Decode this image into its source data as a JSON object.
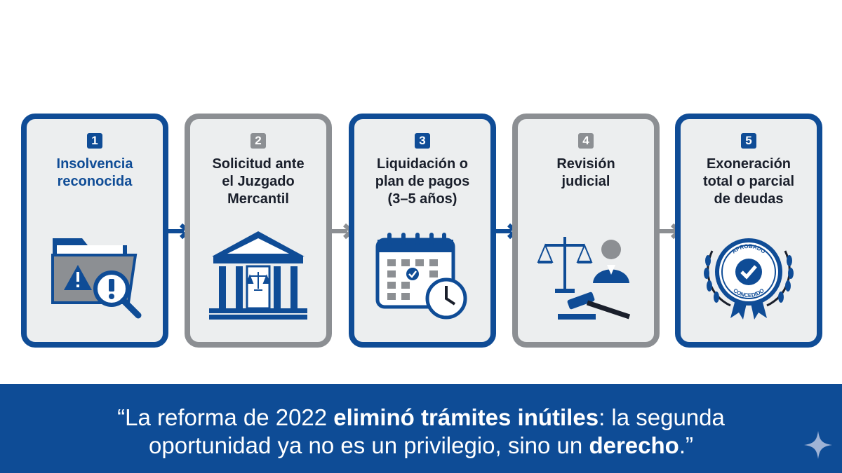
{
  "steps": [
    {
      "number": "1",
      "title_line1": "Insolvencia",
      "title_line2": "reconocida",
      "icon": "folder-warning-magnifier-icon"
    },
    {
      "number": "2",
      "title_line1": "Solicitud ante",
      "title_line2": "el Juzgado",
      "title_line3": "Mercantil",
      "icon": "courthouse-icon"
    },
    {
      "number": "3",
      "title_line1": "Liquidación o",
      "title_line2": "plan de pagos",
      "title_line3": "(3–5 años)",
      "icon": "calendar-clock-icon"
    },
    {
      "number": "4",
      "title_line1": "Revisión",
      "title_line2": "judicial",
      "icon": "judge-scales-gavel-icon"
    },
    {
      "number": "5",
      "title_line1": "Exoneración",
      "title_line2": "total o parcial",
      "title_line3": "de deudas",
      "icon": "approved-seal-icon"
    }
  ],
  "seal": {
    "top_text": "APROBADO",
    "bottom_text": "CONCEDIDO"
  },
  "quote": {
    "part1": "“La reforma de 2022 ",
    "part2": "eliminó trámites inútiles",
    "part3": ": la segunda oportunidad ya no es un privilegio, sino un ",
    "part4": "derecho",
    "part5": ".”"
  },
  "colors": {
    "brand_blue": "#0f4c96",
    "gray": "#8c8f93",
    "card_bg": "#eceeef",
    "banner": "#0e4c96"
  }
}
